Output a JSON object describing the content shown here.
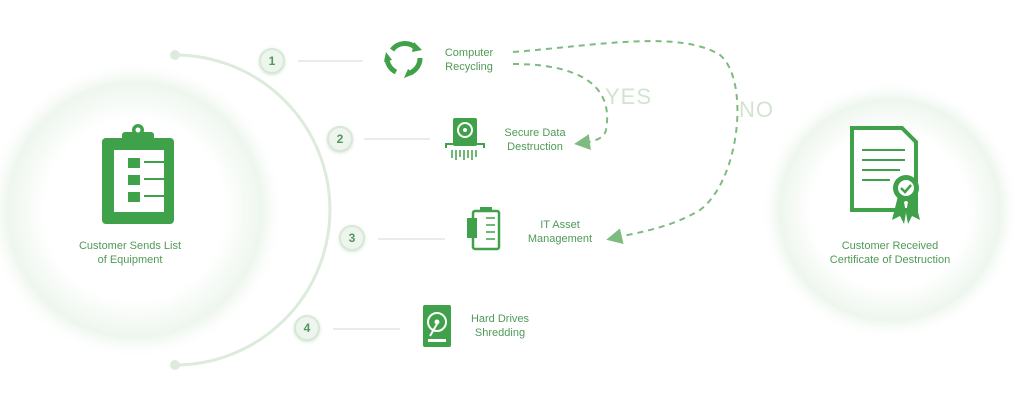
{
  "start": {
    "label_line1": "Customer Sends List",
    "label_line2": "of Equipment",
    "icon": "clipboard-checklist-icon"
  },
  "end": {
    "label_line1": "Customer Received",
    "label_line2": "Certificate of Destruction",
    "icon": "certificate-icon"
  },
  "steps": [
    {
      "number": "1",
      "line1": "Computer",
      "line2": "Recycling",
      "icon": "recycle-icon"
    },
    {
      "number": "2",
      "line1": "Secure Data",
      "line2": "Destruction",
      "icon": "hard-drive-shredder-icon"
    },
    {
      "number": "3",
      "line1": "IT Asset",
      "line2": "Management",
      "icon": "asset-clipboard-icon"
    },
    {
      "number": "4",
      "line1": "Hard Drives",
      "line2": "Shredding",
      "icon": "hard-drive-icon"
    }
  ],
  "branches": {
    "yes": "YES",
    "no": "NO"
  },
  "colors": {
    "primary": "#3fa14a",
    "text": "#4f9a57",
    "muted": "#d2e3d2"
  }
}
